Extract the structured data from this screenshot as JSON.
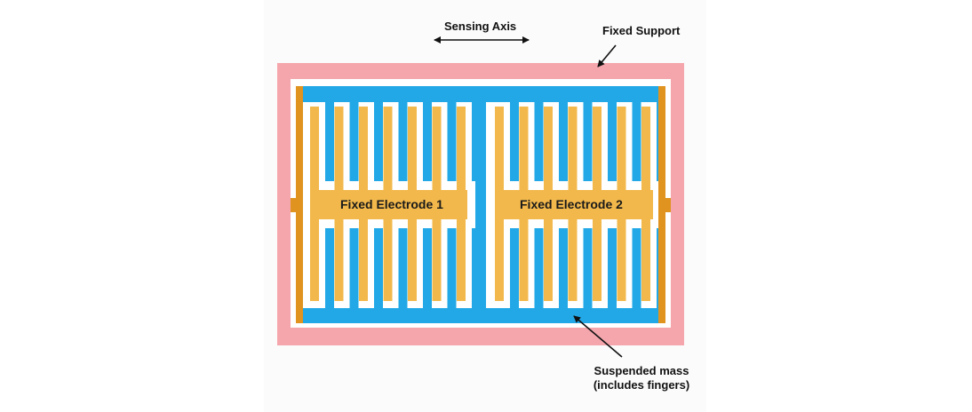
{
  "labels": {
    "sensing_axis": "Sensing Axis",
    "fixed_support": "Fixed Support",
    "fixed_electrode_1": "Fixed Electrode 1",
    "fixed_electrode_2": "Fixed Electrode 2",
    "suspended_mass_line1": "Suspended mass",
    "suspended_mass_line2": "(includes fingers)"
  },
  "colors": {
    "fixed_support": "#f4a6ac",
    "suspended_mass": "#22a8e6",
    "electrode": "#f2b84b",
    "electrode_edge": "#e0931f",
    "background": "#ffffff",
    "panel": "#fbfbfb",
    "arrow": "#111111"
  }
}
